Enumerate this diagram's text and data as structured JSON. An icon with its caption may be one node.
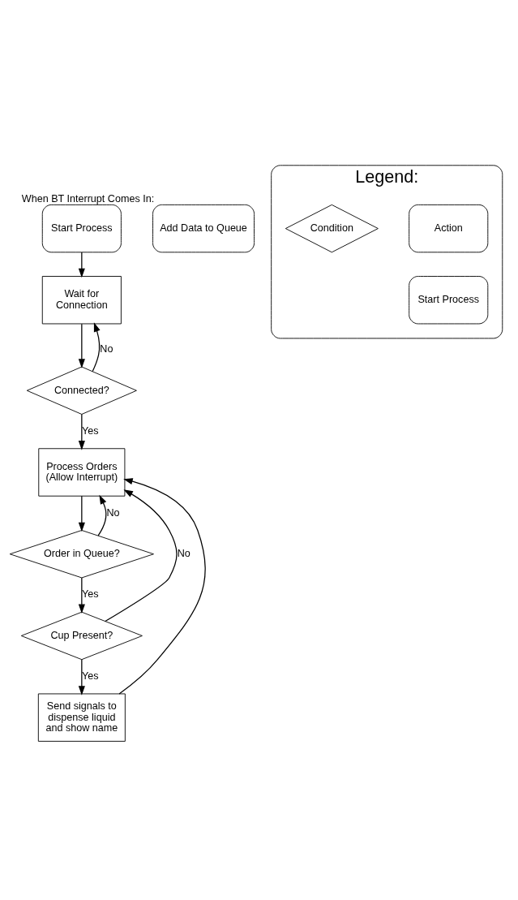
{
  "diagram": {
    "nodes": [
      {
        "text": [
          "Start Process"
        ]
      },
      {
        "text": [
          "Wait for Connection"
        ]
      },
      {
        "text": [
          "Connected?"
        ]
      },
      {
        "text": [
          "Process Orders (Allow Interrupt)"
        ]
      },
      {
        "text": [
          "Order in Queue?"
        ]
      },
      {
        "text": [
          "Cup Present?"
        ]
      },
      {
        "text": [
          "Send signals to dispense liquid and show name"
        ]
      },
      {
        "text": [
          "Add Data to Queue"
        ],
        "beside": [
          "When BT Interrupt Comes In:"
        ]
      },
      {
        "text": [
          "Legend:"
        ]
      },
      {
        "text": [
          "Action"
        ],
        "in": 8
      },
      {
        "text": [
          "Condition"
        ],
        "in": 8
      },
      {
        "text": [
          "Start Process"
        ],
        "in": 8
      }
    ],
    "edges": [
      {
        "from": 0,
        "to": 1,
        "arrow": "to"
      },
      {
        "from": 1,
        "to": 2,
        "arrow": "to"
      },
      {
        "from": 2,
        "to": 1,
        "arrow": "to",
        "label": "No"
      },
      {
        "from": 2,
        "to": 3,
        "arrow": "to",
        "label": "Yes"
      },
      {
        "from": 3,
        "to": 4,
        "arrow": "to"
      },
      {
        "from": 4,
        "to": 3,
        "arrow": "to",
        "label": "No"
      },
      {
        "from": 4,
        "to": 5,
        "arrow": "to",
        "label": "Yes"
      },
      {
        "from": 5,
        "to": 3,
        "arrow": "to",
        "label": "No"
      },
      {
        "from": 5,
        "to": 6,
        "arrow": "to",
        "label": "Yes"
      },
      {
        "from": 6,
        "to": 3,
        "arrow": "to"
      }
    ]
  }
}
